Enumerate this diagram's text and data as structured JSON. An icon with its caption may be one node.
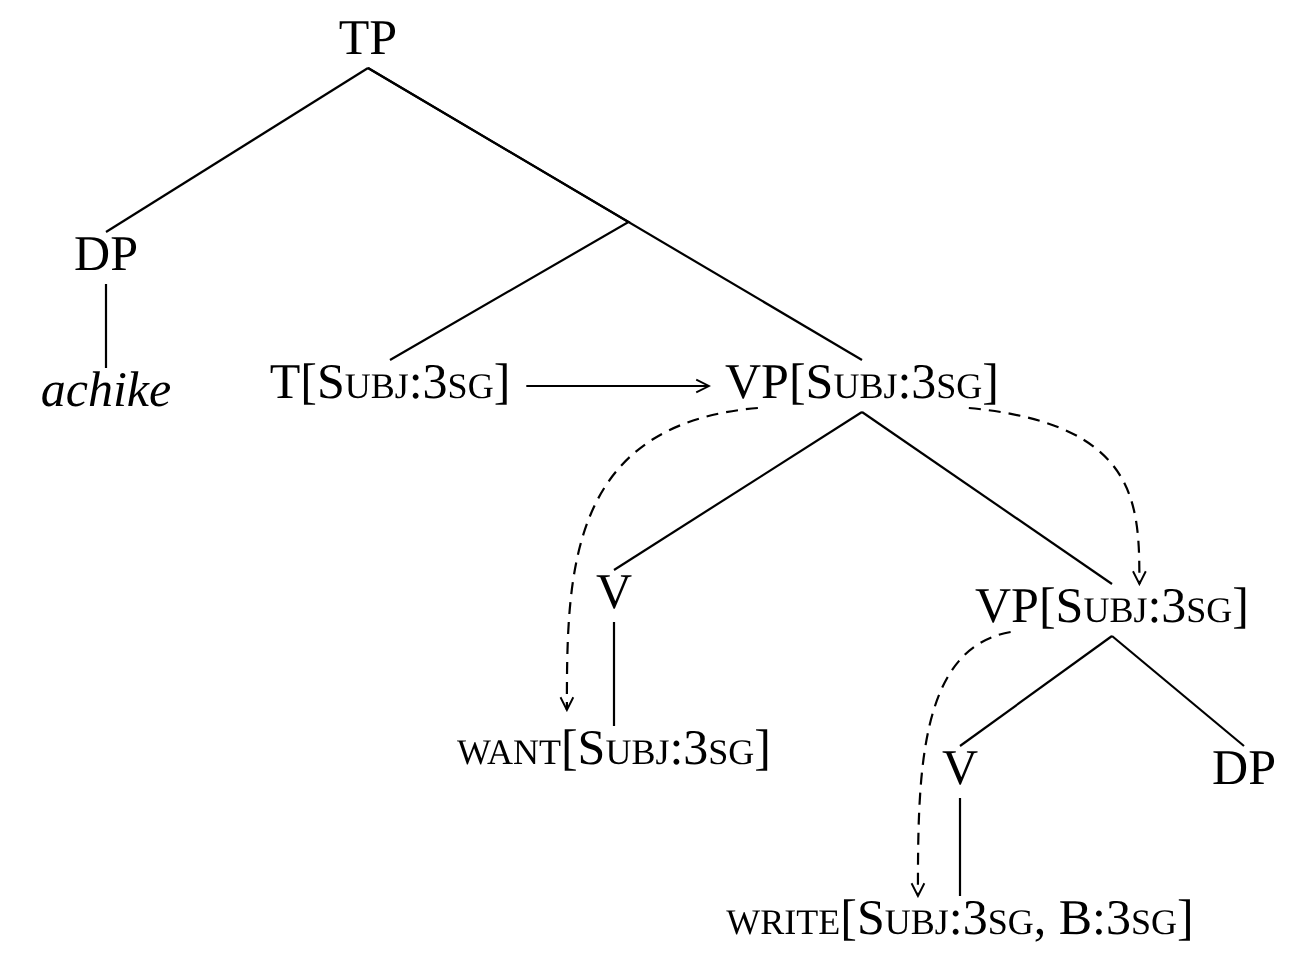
{
  "diagram": {
    "nodes": [
      {
        "text": [
          "TP"
        ]
      },
      {
        "text": [
          "DP"
        ]
      },
      {
        "text": [
          "achike"
        ]
      },
      {
        "text": [
          "T[Subj:3sg]"
        ]
      },
      {
        "text": [
          "VP[Subj:3sg]"
        ]
      },
      {
        "text": [
          "V"
        ]
      },
      {
        "text": [
          "VP[Subj:3sg]"
        ]
      },
      {
        "text": [
          "want[Subj:3sg]"
        ]
      },
      {
        "text": [
          "V"
        ]
      },
      {
        "text": [
          "DP"
        ]
      },
      {
        "text": [
          "write[Subj:3sg, B:3sg]"
        ]
      }
    ],
    "edges": [
      {
        "from": 0,
        "to": 1,
        "arrow": "none"
      },
      {
        "from": 0,
        "to": 3,
        "arrow": "none"
      },
      {
        "from": 0,
        "to": 4,
        "arrow": "none"
      },
      {
        "from": 1,
        "to": 2,
        "arrow": "none"
      },
      {
        "from": 3,
        "to": 4,
        "arrow": "to"
      },
      {
        "from": 4,
        "to": 5,
        "arrow": "none"
      },
      {
        "from": 4,
        "to": 6,
        "arrow": "none"
      },
      {
        "from": 5,
        "to": 7,
        "arrow": "none"
      },
      {
        "from": 6,
        "to": 8,
        "arrow": "none"
      },
      {
        "from": 6,
        "to": 9,
        "arrow": "none"
      },
      {
        "from": 8,
        "to": 10,
        "arrow": "none"
      },
      {
        "from": 4,
        "to": 7,
        "arrow": "to",
        "style": "dashed"
      },
      {
        "from": 4,
        "to": 6,
        "arrow": "to",
        "style": "dashed"
      },
      {
        "from": 6,
        "to": 10,
        "arrow": "to",
        "style": "dashed"
      }
    ]
  }
}
